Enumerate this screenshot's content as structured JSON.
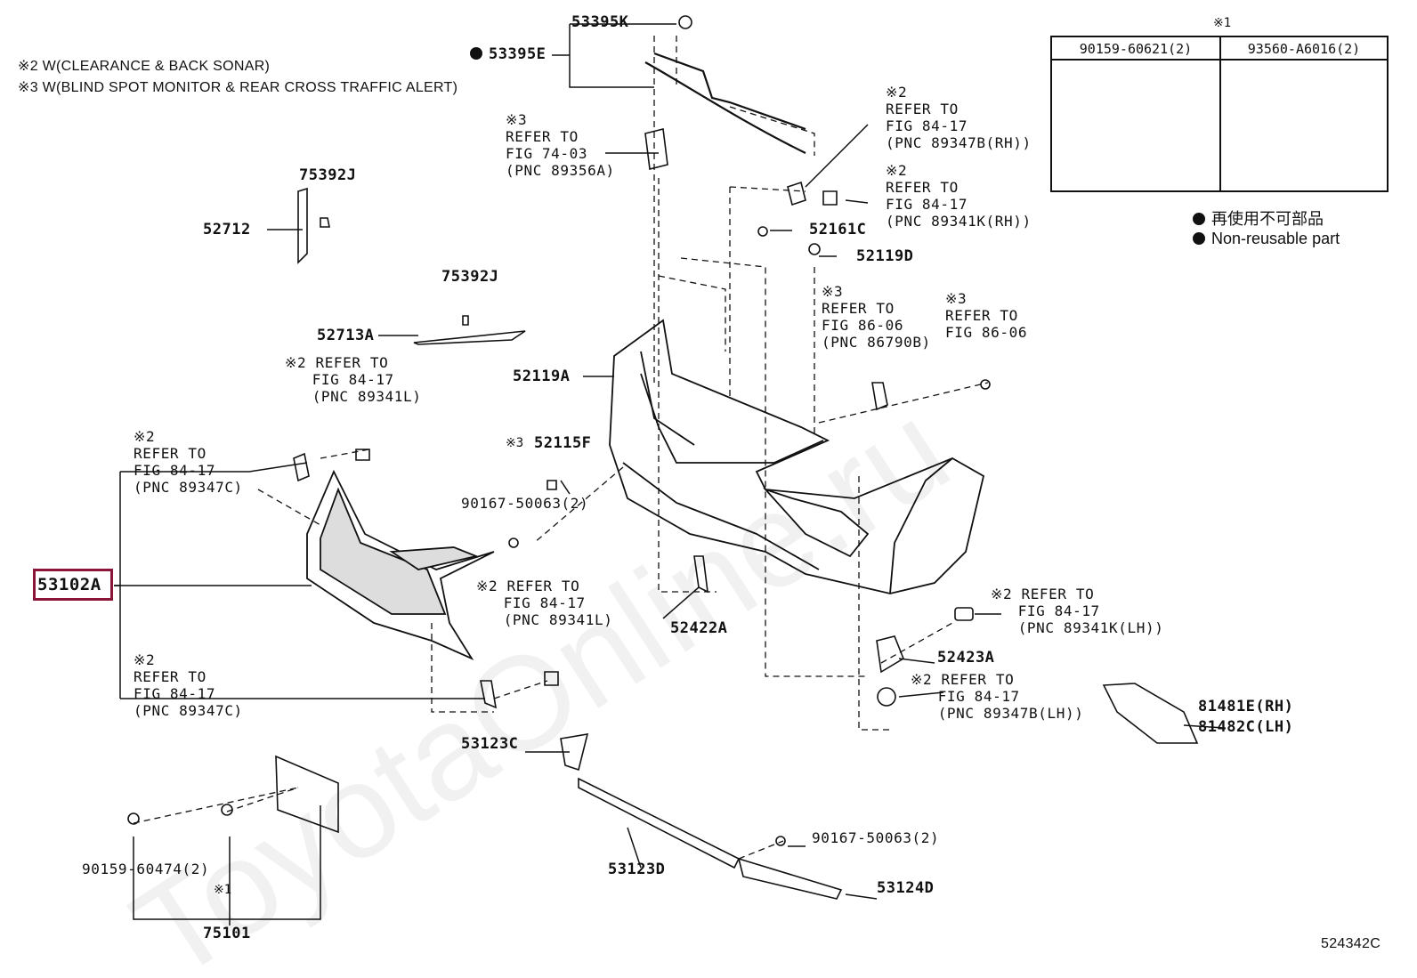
{
  "notes": {
    "n2": "※2 W(CLEARANCE & BACK SONAR)",
    "n3": "※3 W(BLIND SPOT MONITOR & REAR CROSS TRAFFIC ALERT)"
  },
  "inset": {
    "mark": "※1",
    "col1": "90159-60621(2)",
    "col2": "93560-A6016(2)"
  },
  "legend": {
    "jp": "再使用不可部品",
    "en": "Non-reusable part"
  },
  "parts": {
    "p53395K": "53395K",
    "p53395E": "53395E",
    "p75392J_a": "75392J",
    "p52712": "52712",
    "p75392J_b": "75392J",
    "p52713A": "52713A",
    "p52161C": "52161C",
    "p52119D": "52119D",
    "p52119A": "52119A",
    "p52115F": "52115F",
    "p90167_a": "90167-50063(2)",
    "p53102A": "53102A",
    "p52422A": "52422A",
    "p52423A": "52423A",
    "p81481E": "81481E(RH)",
    "p81482C": "81482C(LH)",
    "p53123C": "53123C",
    "p53123D": "53123D",
    "p90167_b": "90167-50063(2)",
    "p53124D": "53124D",
    "p90159": "90159-60474(2)",
    "p75101": "75101",
    "m1": "※1",
    "m3": "※3"
  },
  "refs": {
    "r74": "※3\nREFER TO\nFIG 74-03\n(PNC 89356A)",
    "r89347B_RH": "※2\nREFER TO\nFIG 84-17\n(PNC 89347B(RH))",
    "r89341K_RH": "※2\nREFER TO\nFIG 84-17\n(PNC 89341K(RH))",
    "r86790B": "※3\nREFER TO\nFIG 86-06\n(PNC 86790B)",
    "r86_06": "※3\nREFER TO\nFIG 86-06",
    "r89341L_top": "※2 REFER TO\n   FIG 84-17\n   (PNC 89341L)",
    "r89347C_top": "※2\nREFER TO\nFIG 84-17\n(PNC 89347C)",
    "r89341L_mid": "※2 REFER TO\n   FIG 84-17\n   (PNC 89341L)",
    "r89347C_bot": "※2\nREFER TO\nFIG 84-17\n(PNC 89347C)",
    "r89341K_LH": "※2 REFER TO\n   FIG 84-17\n   (PNC 89341K(LH))",
    "r89347B_LH": "※2 REFER TO\n   FIG 84-17\n   (PNC 89347B(LH))"
  },
  "figure_id": "524342C",
  "watermark": "ToyotaOnline.ru"
}
